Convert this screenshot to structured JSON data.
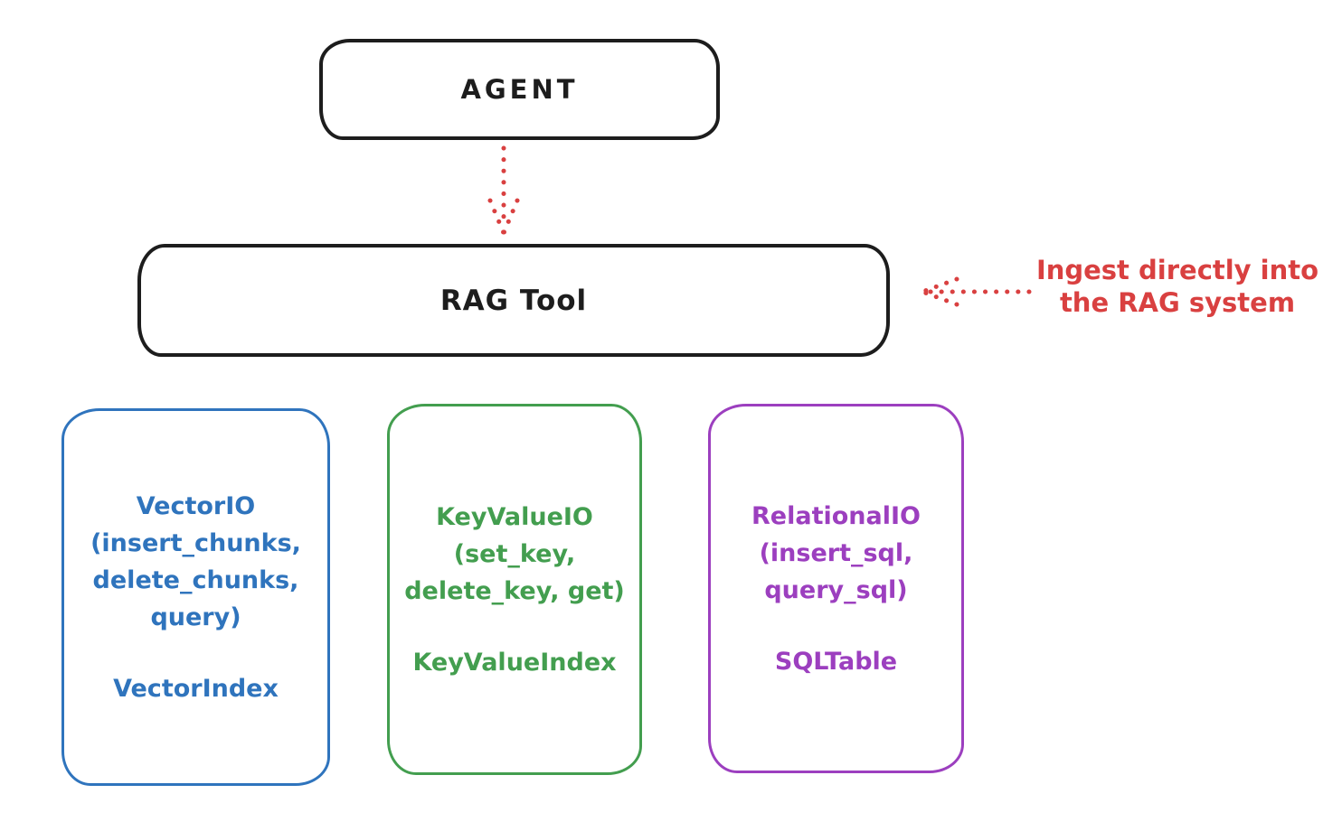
{
  "canvas": {
    "background": "#ffffff",
    "ink_color": "#1d1d1d",
    "accent_red": "#d94040"
  },
  "agent_box": {
    "label": "AGENT"
  },
  "rag_tool_box": {
    "label": "RAG Tool"
  },
  "annotation": {
    "text": "Ingest directly into\nthe RAG system",
    "color": "#d94040"
  },
  "arrows": [
    {
      "name": "agent-to-rag-arrow",
      "style": "dotted",
      "direction": "down",
      "color": "#d94040"
    },
    {
      "name": "ingest-arrow",
      "style": "dotted",
      "direction": "left",
      "color": "#d94040"
    }
  ],
  "io_boxes": [
    {
      "name": "vector-io-box",
      "color": "#2f74bd",
      "methods": "VectorIO\n(insert_chunks,\ndelete_chunks,\nquery)",
      "index": "VectorIndex"
    },
    {
      "name": "keyvalue-io-box",
      "color": "#439e4f",
      "methods": "KeyValueIO\n(set_key,\ndelete_key, get)",
      "index": "KeyValueIndex"
    },
    {
      "name": "relational-io-box",
      "color": "#9c3fbf",
      "methods": "RelationalIO\n(insert_sql,\nquery_sql)",
      "index": "SQLTable"
    }
  ]
}
